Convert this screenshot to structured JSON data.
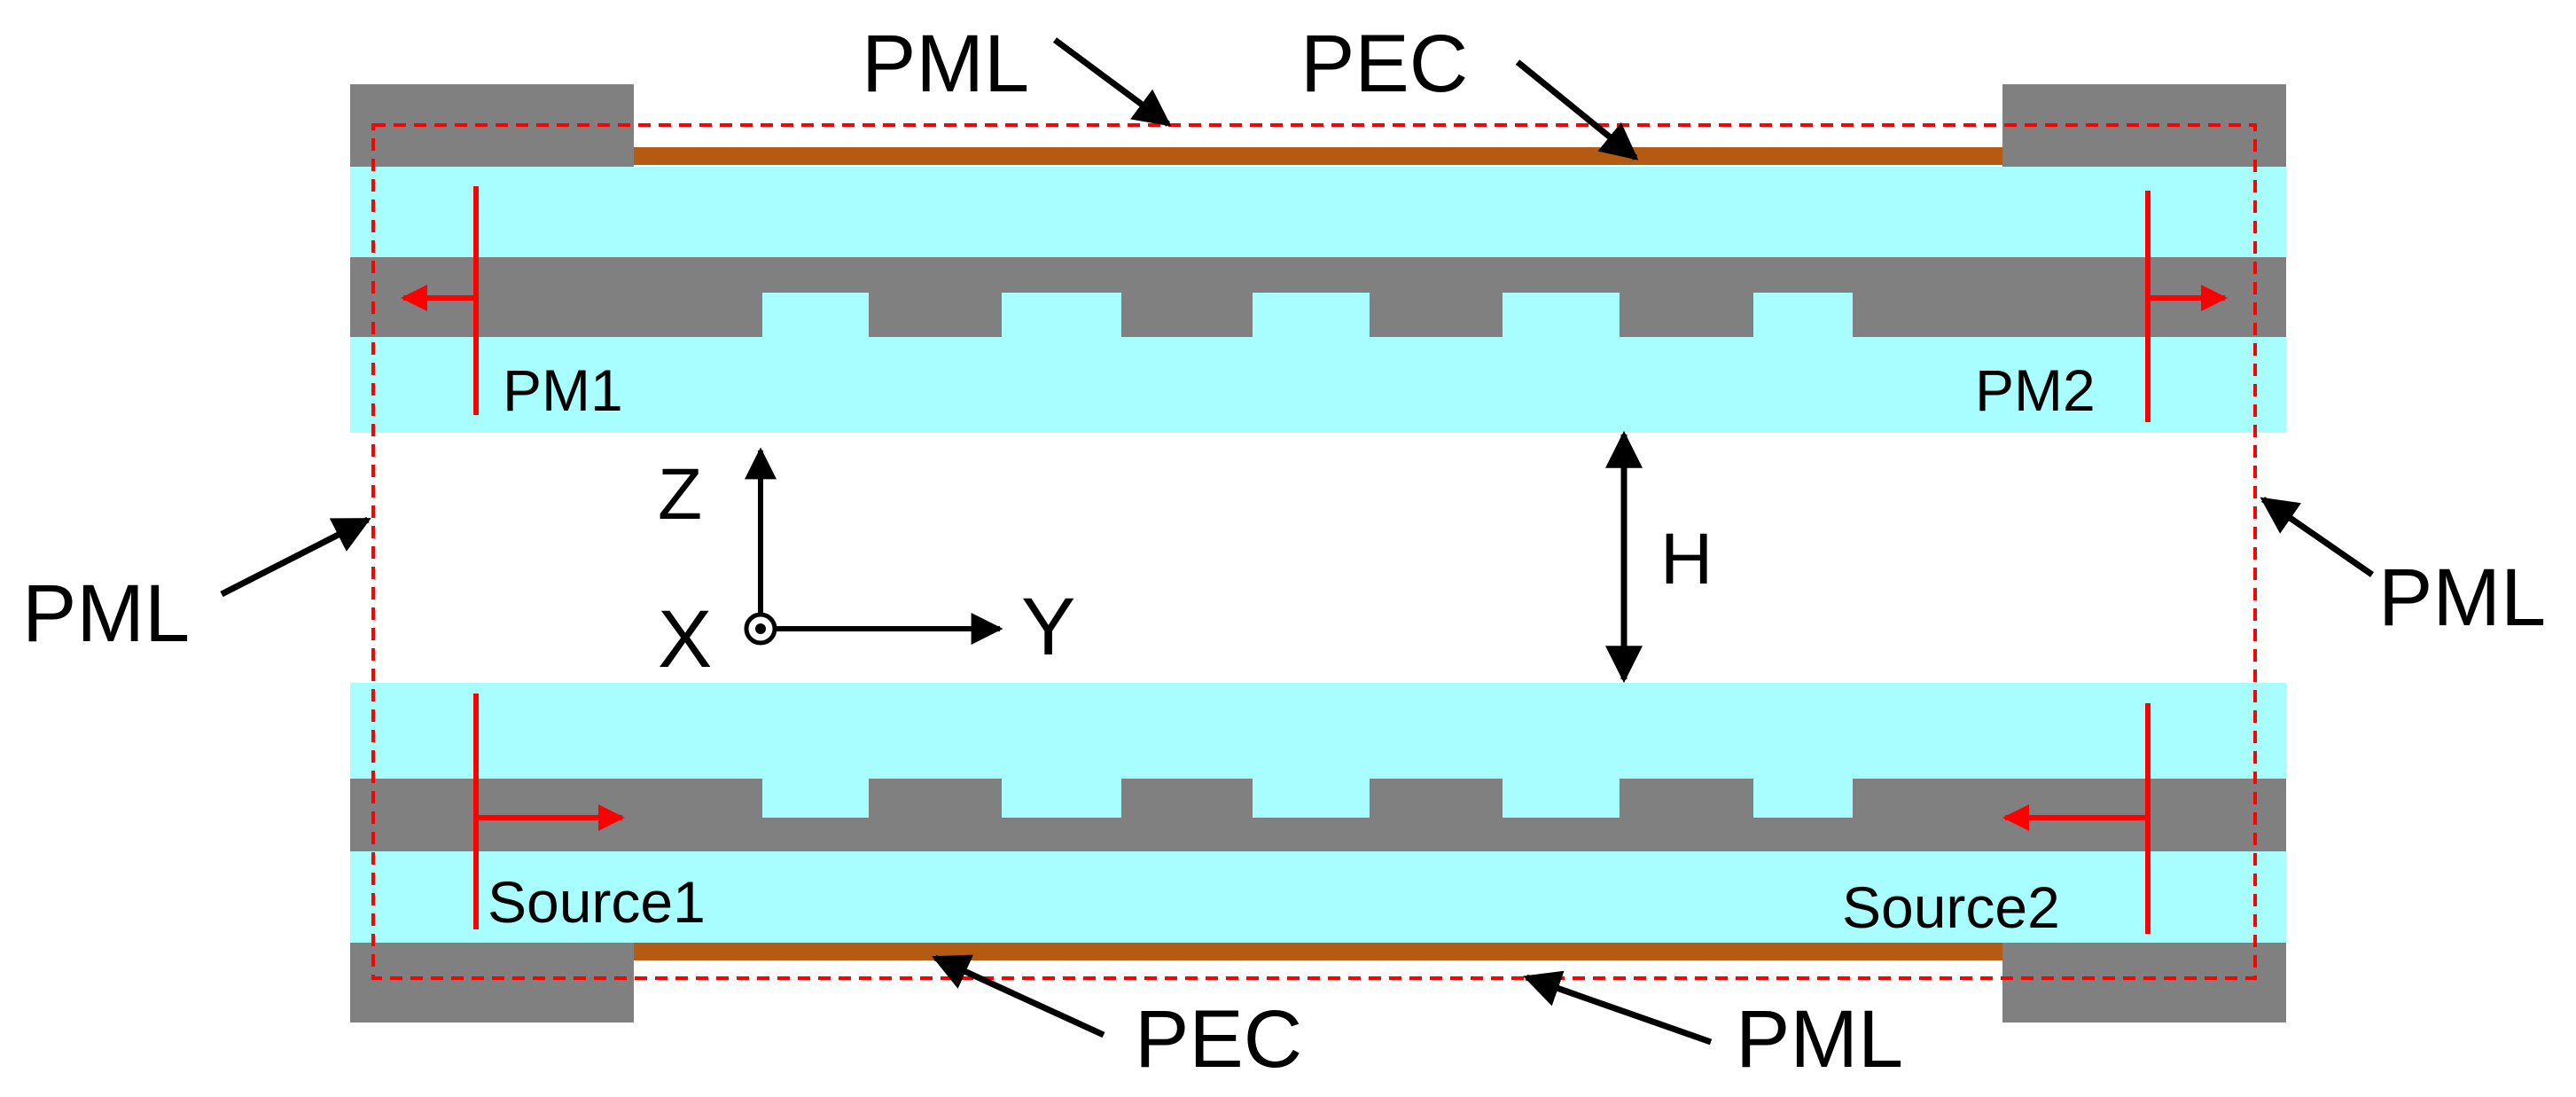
{
  "labels": {
    "pml_top": "PML",
    "pec_top": "PEC",
    "pml_left": "PML",
    "pml_right": "PML",
    "pec_bottom": "PEC",
    "pml_bottom": "PML",
    "pm1": "PM1",
    "pm2": "PM2",
    "source1": "Source1",
    "source2": "Source2",
    "gap_h": "H",
    "axis_z": "Z",
    "axis_x": "X",
    "axis_y": "Y"
  },
  "colors": {
    "dielectric": "#a8fdfe",
    "metal": "#808080",
    "pec": "#b45a13",
    "pml_boundary": "#ff0000",
    "port_marker": "#ff0000",
    "arrow": "#000000"
  }
}
